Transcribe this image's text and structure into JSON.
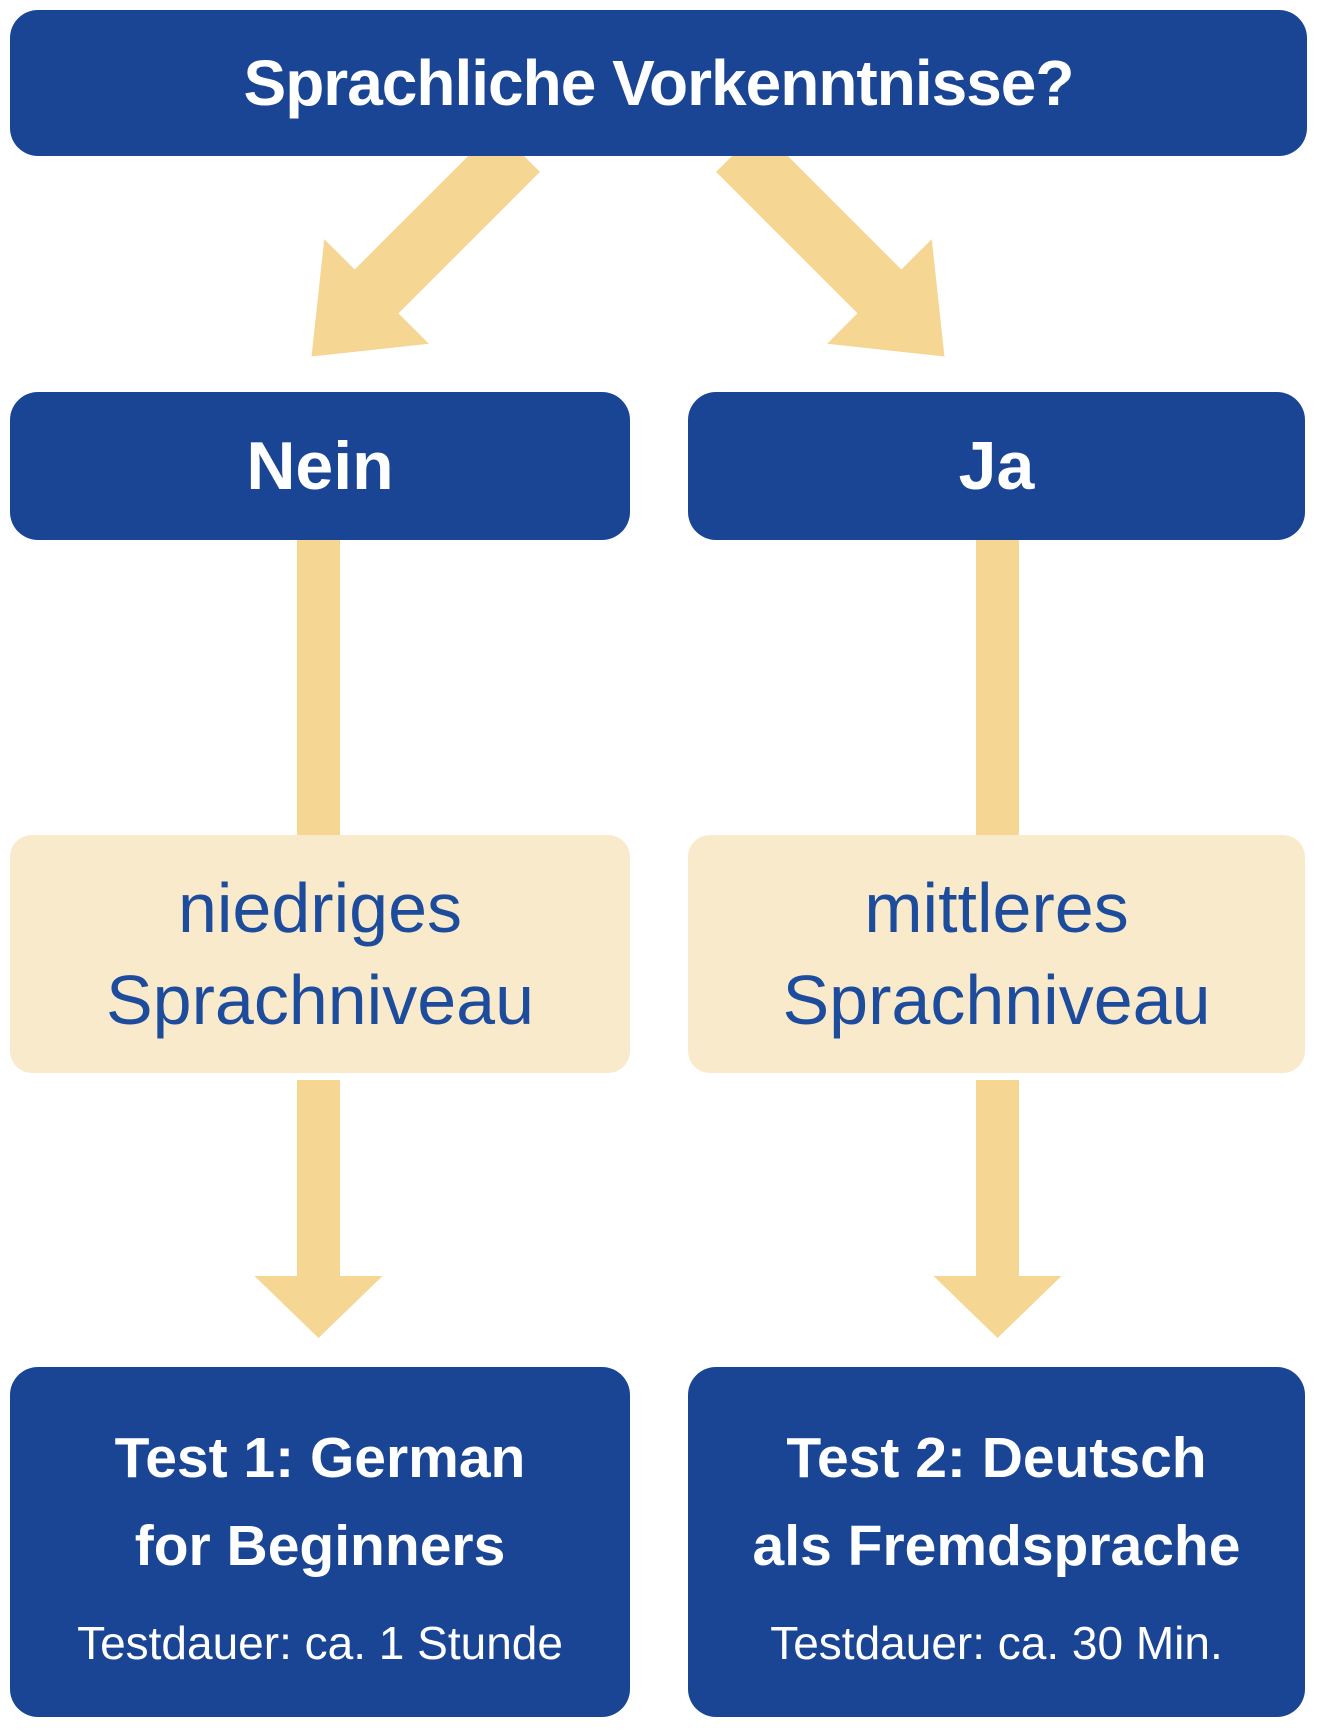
{
  "palette": {
    "blue": "#1a4594",
    "white": "#ffffff",
    "cream": "#f9eacc",
    "arrow": "#f5d693",
    "text_blue": "#1d4c9c"
  },
  "icons": {
    "branch_left": "arrow-down-left",
    "branch_right": "arrow-down-right",
    "flow_left": "arrow-down",
    "flow_right": "arrow-down"
  },
  "flowchart": {
    "title": "Sprachliche Vorkenntnisse?",
    "left": {
      "answer": "Nein",
      "level_line1": "niedriges",
      "level_line2": "Sprachniveau",
      "test_line1": "Test 1: German",
      "test_line2": "for Beginners",
      "duration": "Testdauer: ca. 1 Stunde"
    },
    "right": {
      "answer": "Ja",
      "level_line1": "mittleres",
      "level_line2": "Sprachniveau",
      "test_line1": "Test 2: Deutsch",
      "test_line2": "als Fremdsprache",
      "duration": "Testdauer: ca. 30 Min."
    }
  }
}
